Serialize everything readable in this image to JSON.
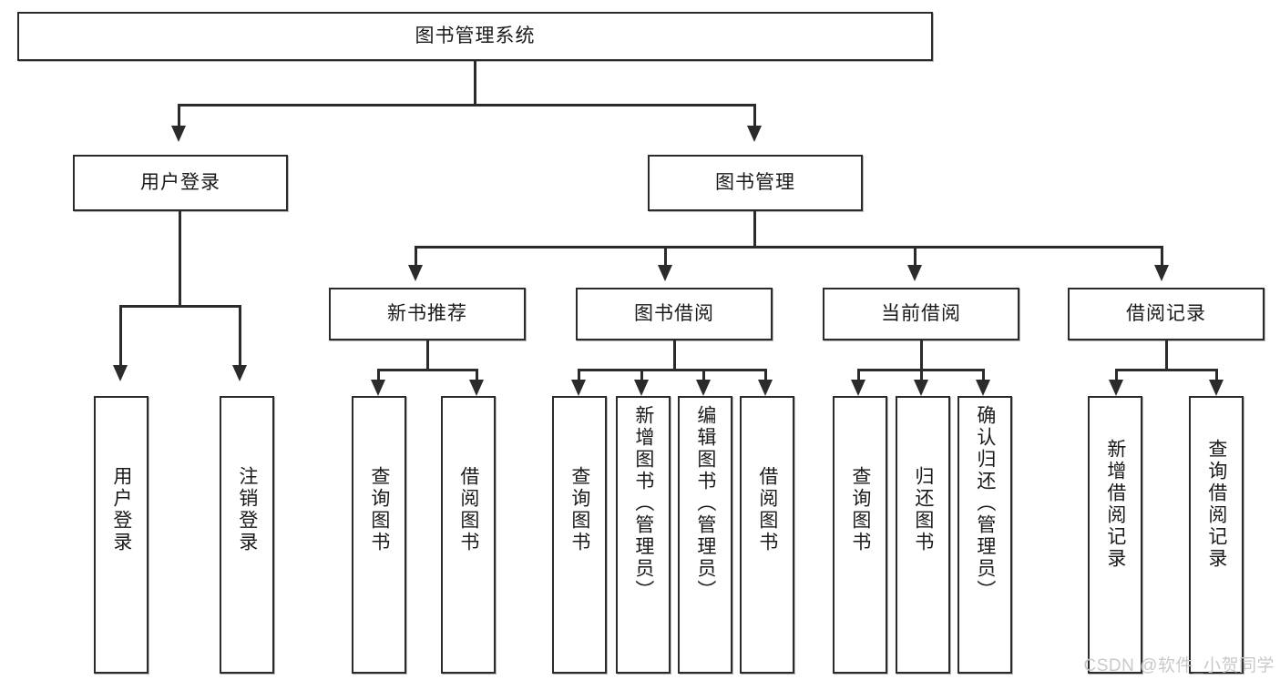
{
  "diagram": {
    "title": "图书管理系统",
    "type": "hierarchy-tree",
    "root": {
      "label": "图书管理系统"
    },
    "level2": [
      {
        "label": "用户登录"
      },
      {
        "label": "图书管理"
      }
    ],
    "level3": [
      {
        "label": "新书推荐"
      },
      {
        "label": "图书借阅"
      },
      {
        "label": "当前借阅"
      },
      {
        "label": "借阅记录"
      }
    ],
    "leaves": {
      "user_login": [
        {
          "label": "用户登录"
        },
        {
          "label": "注销登录"
        }
      ],
      "new_book_recommend": [
        {
          "label": "查询图书"
        },
        {
          "label": "借阅图书"
        }
      ],
      "book_borrow": [
        {
          "label": "查询图书"
        },
        {
          "label": "新增图书（管理员）"
        },
        {
          "label": "编辑图书（管理员）"
        },
        {
          "label": "借阅图书"
        }
      ],
      "current_borrow": [
        {
          "label": "查询图书"
        },
        {
          "label": "归还图书"
        },
        {
          "label": "确认归还（管理员）"
        }
      ],
      "borrow_record": [
        {
          "label": "新增借阅记录"
        },
        {
          "label": "查询借阅记录"
        }
      ]
    }
  },
  "watermark": {
    "text": "CSDN @软件_小贺同学"
  },
  "colors": {
    "stroke": "#2b2b2b",
    "text": "#1a1a1a",
    "background": "#ffffff",
    "watermark": "#c9c9c9"
  }
}
